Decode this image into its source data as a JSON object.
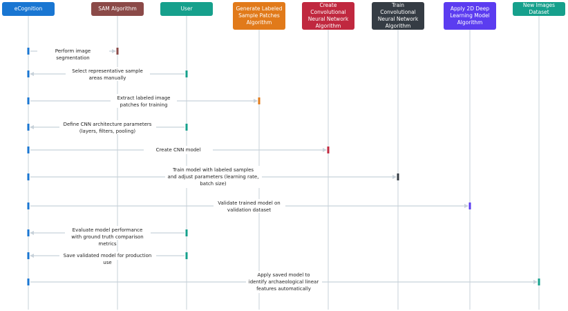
{
  "actors": [
    {
      "label": "eCognition",
      "color": "#1976d2"
    },
    {
      "label": "SAM Algorithm",
      "color": "#8b4a48"
    },
    {
      "label": "User",
      "color": "#16a08c"
    },
    {
      "label": "Generate Labeled Sample Patches Algorithm",
      "color": "#e17a1a"
    },
    {
      "label": "Create Convolutional Neural Network Algorithm",
      "color": "#c0283f"
    },
    {
      "label": "Train Convolutional Neural Network Algorithm",
      "color": "#353c44"
    },
    {
      "label": "Apply 2D Deep Learning Model Algorithm",
      "color": "#5b3cf0"
    },
    {
      "label": "New Images Dataset",
      "color": "#16a08c"
    }
  ],
  "messages": [
    {
      "text": "Perform image segmentation",
      "from": 0,
      "to": 1
    },
    {
      "text": "Select representative sample areas manually",
      "from": 2,
      "to": 0
    },
    {
      "text": "Extract labeled image patches for training",
      "from": 0,
      "to": 3
    },
    {
      "text": "Define CNN architecture parameters (layers, filters, pooling)",
      "from": 2,
      "to": 0
    },
    {
      "text": "Create CNN model",
      "from": 0,
      "to": 4
    },
    {
      "text": "Train model with labeled samples and adjust parameters (learning rate, batch size)",
      "from": 0,
      "to": 5
    },
    {
      "text": "Validate trained model on validation dataset",
      "from": 0,
      "to": 6
    },
    {
      "text": "Evaluate model performance with ground truth comparison metrics",
      "from": 2,
      "to": 0
    },
    {
      "text": "Save validated model for production use",
      "from": 2,
      "to": 0
    },
    {
      "text": "Apply saved model to identify archaeological linear features automatically",
      "from": 0,
      "to": 7
    }
  ]
}
